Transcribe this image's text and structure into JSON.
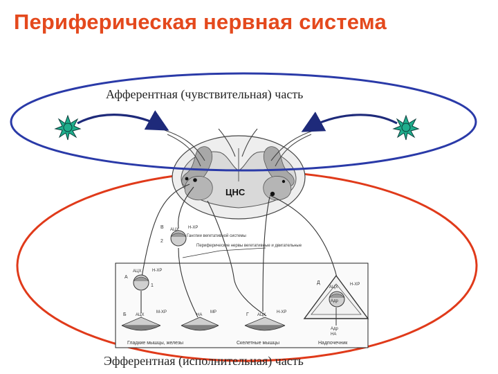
{
  "slide": {
    "title": "Периферическая нервная система",
    "afferent_label": "Афферентная (чувствительная) часть",
    "efferent_label": "Эфферентная (исполнительная) часть"
  },
  "diagram": {
    "cns_label": "ЦНС",
    "markers": {
      "v": "В",
      "two": "2",
      "a": "А",
      "one": "1",
      "b": "Б",
      "g": "Г",
      "d": "Д"
    },
    "receptors": {
      "h_xp": "Н-ХР",
      "m_xp": "М-ХР",
      "mp": "МР",
      "adr_on_cell": "Адр"
    },
    "mediators": {
      "ach": "АЦХ",
      "na": "НА",
      "adr": "Адр",
      "na2": "НА"
    },
    "captions": {
      "ganglion": "Ганглии вегетативной системы",
      "peripheral_nerves": "Периферические нервы вегетативные и двигательные",
      "smooth": "Гладкие мышцы, железы",
      "skeletal": "Скелетные мышцы",
      "adrenal": "Надпочечник"
    },
    "colors": {
      "title": "#e4491d",
      "afferent_ellipse": "#2a3aa8",
      "efferent_ellipse": "#e03a1a",
      "receptor_star": "#1fae8c"
    }
  }
}
